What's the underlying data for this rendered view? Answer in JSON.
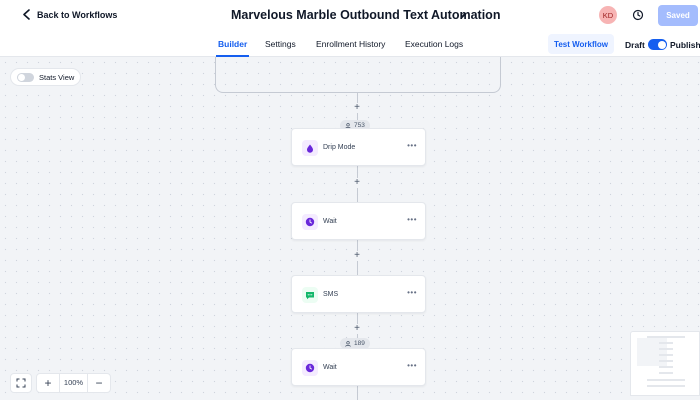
{
  "header": {
    "back_label": "Back to Workflows",
    "workflow_title": "Marvelous Marble Outbound Text Automation",
    "avatar_initials": "KD",
    "saved_label": "Saved"
  },
  "tabs": [
    {
      "label": "Builder",
      "active": true
    },
    {
      "label": "Settings",
      "active": false
    },
    {
      "label": "Enrollment History",
      "active": false
    },
    {
      "label": "Execution Logs",
      "active": false
    }
  ],
  "actions": {
    "test_label": "Test Workflow",
    "draft_label": "Draft",
    "publish_label": "Publish",
    "publish_on": true
  },
  "canvas": {
    "stats_view_label": "Stats View",
    "stats_view_on": false,
    "nodes": [
      {
        "label": "Drip Mode",
        "icon": "droplet-icon"
      },
      {
        "label": "Wait",
        "icon": "clock-icon"
      },
      {
        "label": "SMS",
        "icon": "sms-icon"
      },
      {
        "label": "Wait",
        "icon": "clock-icon"
      }
    ],
    "counts": [
      "753",
      "189"
    ],
    "zoom_level": "100%"
  },
  "colors": {
    "accent": "#155eef",
    "saved_button": "#a4bcfd",
    "avatar_bg": "#f7b4b4",
    "wait_icon": "#6927da",
    "sms_icon": "#12b76a"
  }
}
